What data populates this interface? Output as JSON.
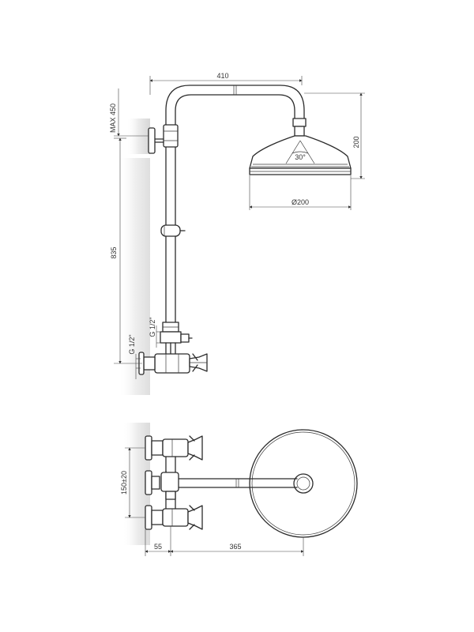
{
  "dimensions": {
    "arm_length": "410",
    "max_height": "MAX 450",
    "head_height": "200",
    "spray_angle": "30°",
    "head_diameter": "Ø200",
    "column_height": "835",
    "upper_thread": "G 1/2\"",
    "lower_thread": "G 1/2\"",
    "valve_spacing": "150±20",
    "wall_offset": "55",
    "arm_projection": "365"
  },
  "colors": {
    "line": "#2b2b2b",
    "wall_shade": "#d9d9d9",
    "background": "#ffffff"
  }
}
